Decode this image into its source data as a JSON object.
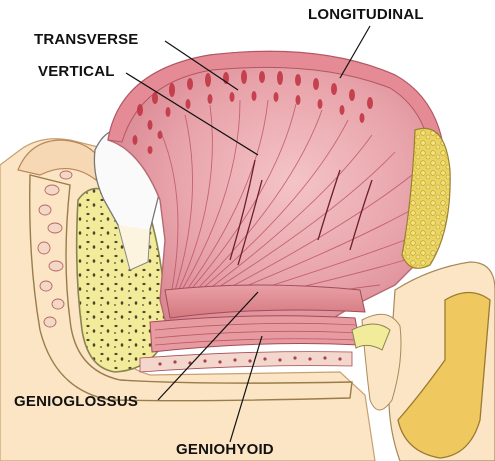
{
  "labels": {
    "longitudinal": "LONGITUDINAL",
    "transverse": "TRANSVERSE",
    "vertical": "VERTICAL",
    "genioglossus": "GENIOGLOSSUS",
    "geniohyoid": "GENIOHYOID"
  },
  "colors": {
    "muscle": "#e8a3aa",
    "muscle_dark": "#c85a6a",
    "muscle_fiber": "#b84a5c",
    "bone": "#f2ec9a",
    "bone_outline": "#8a8450",
    "soft_tissue": "#fbe5c4",
    "gland": "#e8d060",
    "hyoid": "#f0c860",
    "tooth": "#f8f8f8",
    "mucosa": "#f4d4cc"
  }
}
